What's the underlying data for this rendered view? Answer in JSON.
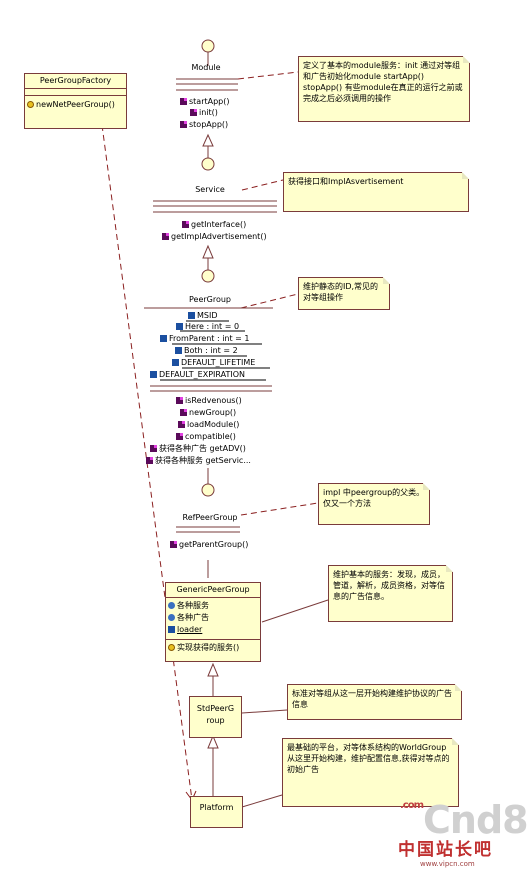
{
  "module": {
    "name": "Module",
    "methods": [
      "startApp()",
      "init()",
      "stopApp()"
    ]
  },
  "service": {
    "name": "Service",
    "methods": [
      "getInterface()",
      "getImplAdvertisement()"
    ]
  },
  "peergroup": {
    "name": "PeerGroup",
    "attributes": [
      "MSID",
      "Here : int = 0",
      "FromParent : int = 1",
      "Both : int = 2",
      "DEFAULT_LIFETIME",
      "DEFAULT_EXPIRATION"
    ],
    "methods": [
      "isRedvenous()",
      "newGroup()",
      "loadModule()",
      "compatible()",
      "获得各种广告 getADV()",
      "获得各种服务 getServic..."
    ]
  },
  "refpeergroup": {
    "name": "RefPeerGroup",
    "methods": [
      "getParentGroup()"
    ]
  },
  "peergroupfactory": {
    "name": "PeerGroupFactory",
    "methods": [
      "newNetPeerGroup()"
    ]
  },
  "genericpeergroup": {
    "name": "GenericPeerGroup",
    "attributes": [
      "各种服务",
      "各种广告",
      "loader"
    ],
    "methods": [
      "实现获得的服务()"
    ]
  },
  "stdpeergroup": {
    "line1": "StdPeerG",
    "line2": "roup"
  },
  "platform": {
    "name": "Platform"
  },
  "notes": {
    "module": "定义了基本的module服务：init 通过对等组和广告初始化module startApp() stopApp() 有些module在真正的运行之前或完成之后必须调用的操作",
    "service": "获得接口和ImplAsvertisement",
    "peergroup": "维护静态的ID,常见的对等组操作",
    "refpeergroup": "impl 中peergroup的父类。仅又一个方法",
    "generic": "维护基本的服务：发现，成员，管道，解析，成员资格，对等信息的广告信息。",
    "std": "标准对等组从这一层开始构建维护协议的广告信息",
    "platform": "最基础的平台，对等体系结构的WorldGroup从这里开始构建，维护配置信息,获得对等点的初始广告"
  },
  "watermark": {
    "brand": "Cnd8",
    "dotcom": ".com",
    "cn": "中国站长吧",
    "url": "www.vipcn.com"
  },
  "colors": {
    "note_fill": "#ffffcc",
    "border": "#7a3b3b",
    "dash": "#8b2020"
  }
}
